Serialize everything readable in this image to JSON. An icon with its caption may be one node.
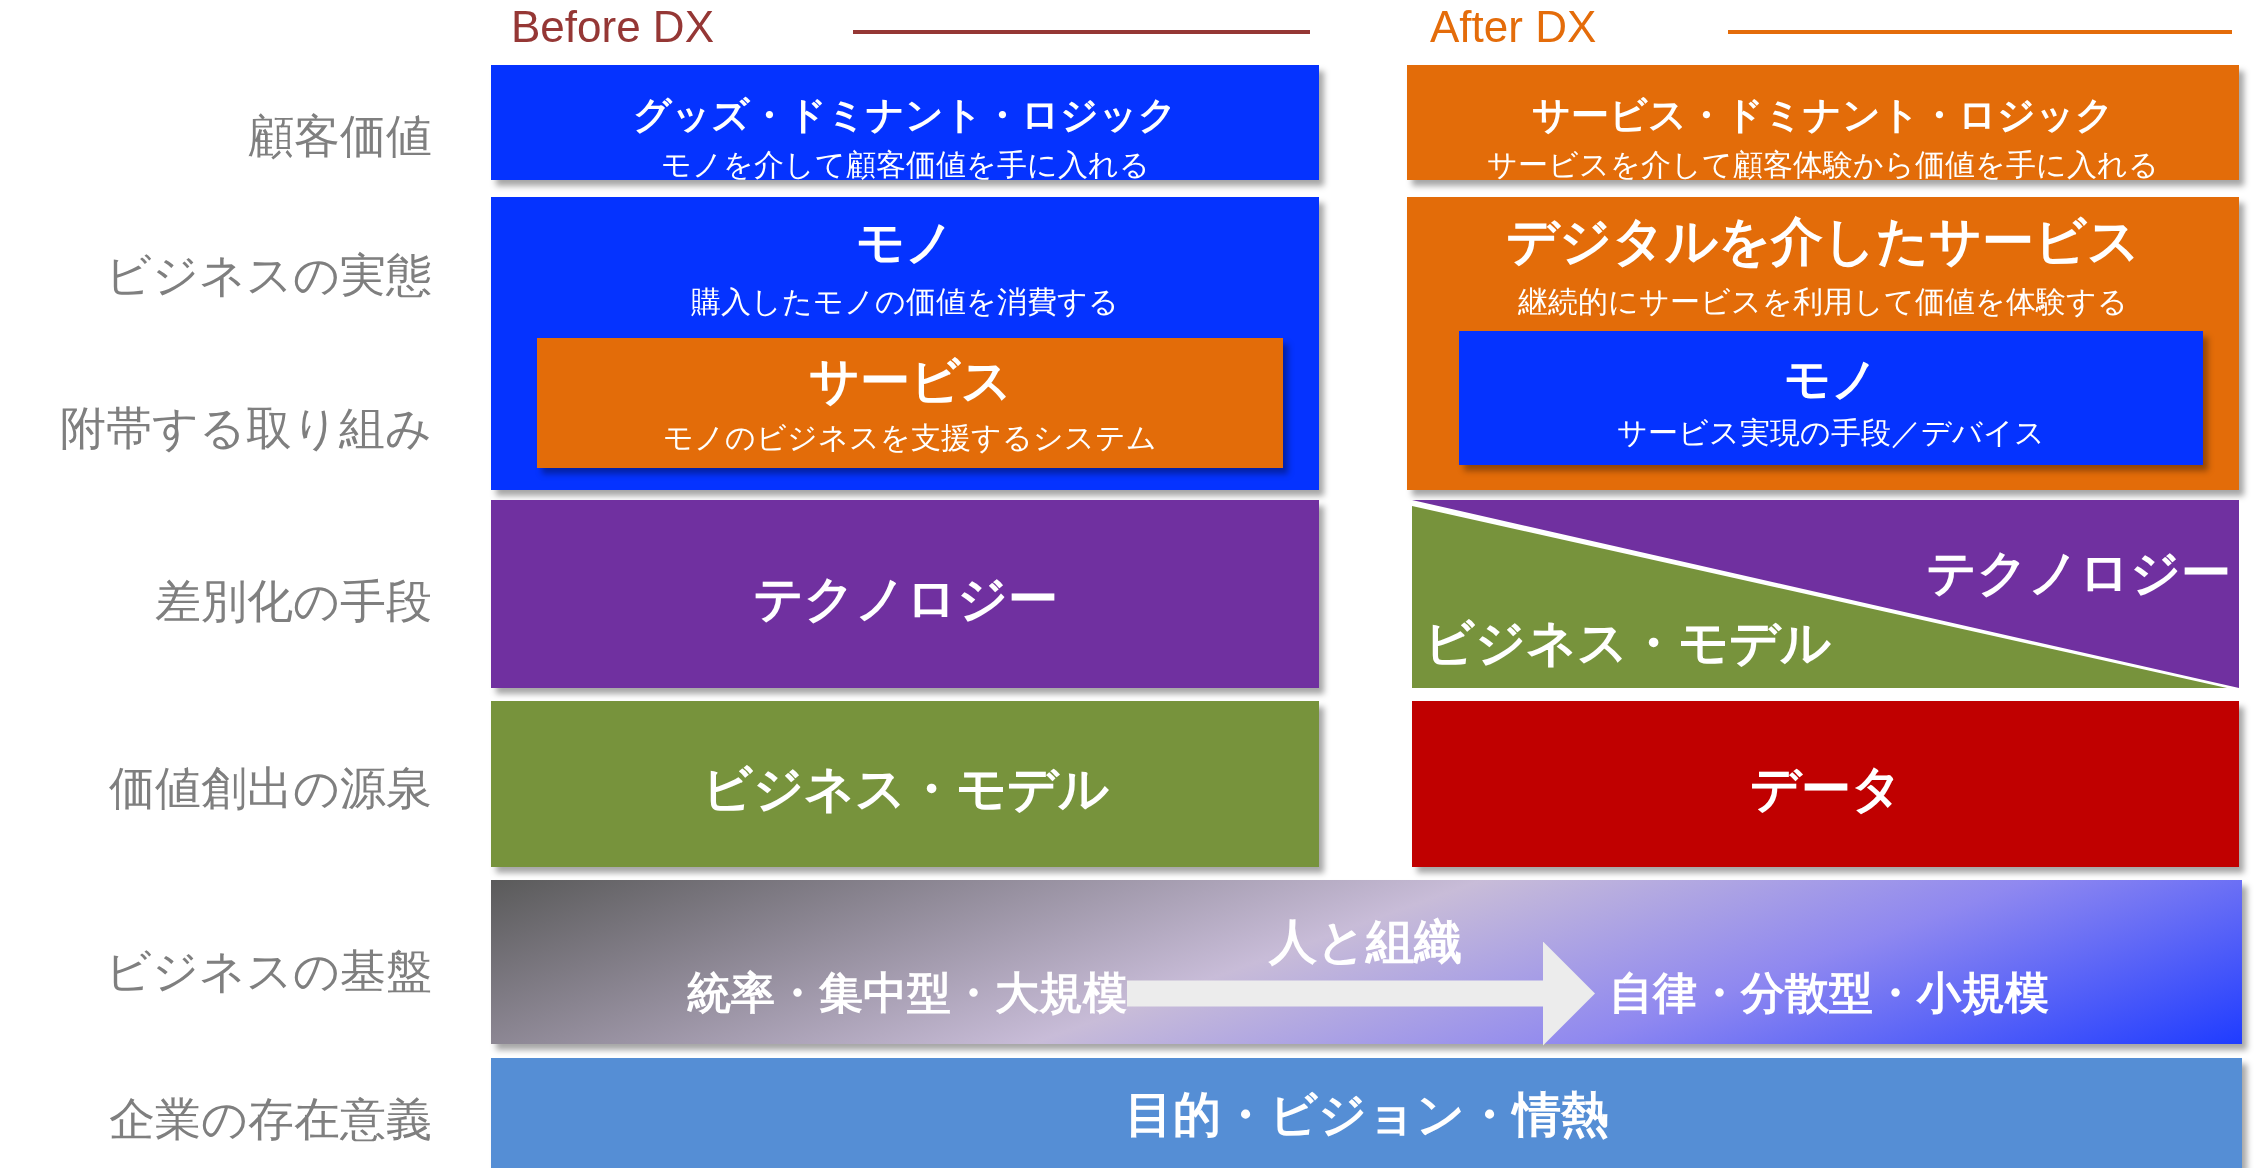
{
  "diagram": {
    "nodes": [
      {
        "text": [
          "グッズ・ドミナント・ロジック",
          "モノを介して顧客価値を手に入れる"
        ]
      },
      {
        "text": [
          "モノ",
          "購入したモノの価値を消費する"
        ]
      },
      {
        "text": [
          "サービス",
          "モノのビジネスを支援するシステム"
        ],
        "in": 1
      },
      {
        "text": [
          "テクノロジー"
        ]
      },
      {
        "text": [
          "ビジネス・モデル"
        ]
      },
      {
        "text": [
          "サービス・ドミナント・ロジック",
          "サービスを介して顧客体験から価値を手に入れる"
        ]
      },
      {
        "text": [
          "デジタルを介したサービス",
          "継続的にサービスを利用して価値を体験する"
        ]
      },
      {
        "text": [
          "モノ",
          "サービス実現の手段／デバイス"
        ],
        "in": 6
      },
      {
        "text": [
          "テクノロジー",
          "ビジネス・モデル"
        ]
      },
      {
        "text": [
          "データ"
        ]
      },
      {
        "text": [
          "人と組織"
        ]
      },
      {
        "text": [
          "統率・集中型・大規模"
        ],
        "in": 10
      },
      {
        "text": [
          "自律・分散型・小規模"
        ],
        "in": 10
      },
      {
        "text": [
          "目的・ビジョン・情熱"
        ]
      }
    ],
    "edges": [
      {
        "from": 11,
        "to": 12,
        "arrow": "to"
      }
    ],
    "labels": [
      "Before DX",
      "After DX",
      "顧客価値",
      "ビジネスの実態",
      "附帯する取り組み",
      "差別化の手段",
      "価値創出の源泉",
      "ビジネスの基盤",
      "企業の存在意義"
    ]
  }
}
